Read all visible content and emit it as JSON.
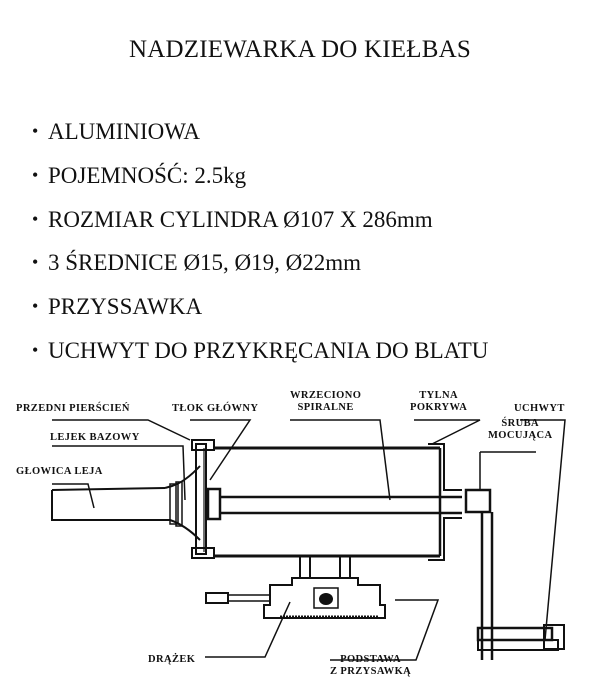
{
  "title": "NADZIEWARKA DO KIEŁBAS",
  "features": [
    {
      "bullet": "•",
      "text": "ALUMINIOWA"
    },
    {
      "bullet": "•",
      "text": "POJEMNOŚĆ: 2.5kg"
    },
    {
      "bullet": "•",
      "text": "ROZMIAR CYLINDRA Ø107 X 286mm"
    },
    {
      "bullet": "•",
      "text": "3 ŚREDNICE Ø15, Ø19, Ø22mm"
    },
    {
      "bullet": "•",
      "text": "PRZYSSAWKA"
    },
    {
      "bullet": "•",
      "text": "UCHWYT DO PRZYKRĘCANIA DO BLATU"
    }
  ],
  "diagram": {
    "labels": {
      "front_ring": "PRZEDNI PIERŚCIEŃ",
      "main_piston": "TŁOK GŁÓWNY",
      "spiral_spindle_1": "WRZECIONO",
      "spiral_spindle_2": "SPIRALNE",
      "rear_cover_1": "TYLNA",
      "rear_cover_2": "POKRYWA",
      "handle": "UCHWYT",
      "base_funnel": "LEJEK BAZOWY",
      "fixing_screw_1": "ŚRUBA",
      "fixing_screw_2": "MOCUJĄCA",
      "funnel_head": "GŁOWICA LEJA",
      "lever": "DRĄŻEK",
      "base_1": "PODSTAWA",
      "base_2": "Z PRZYSAWKĄ"
    },
    "line_color": "#111111"
  }
}
